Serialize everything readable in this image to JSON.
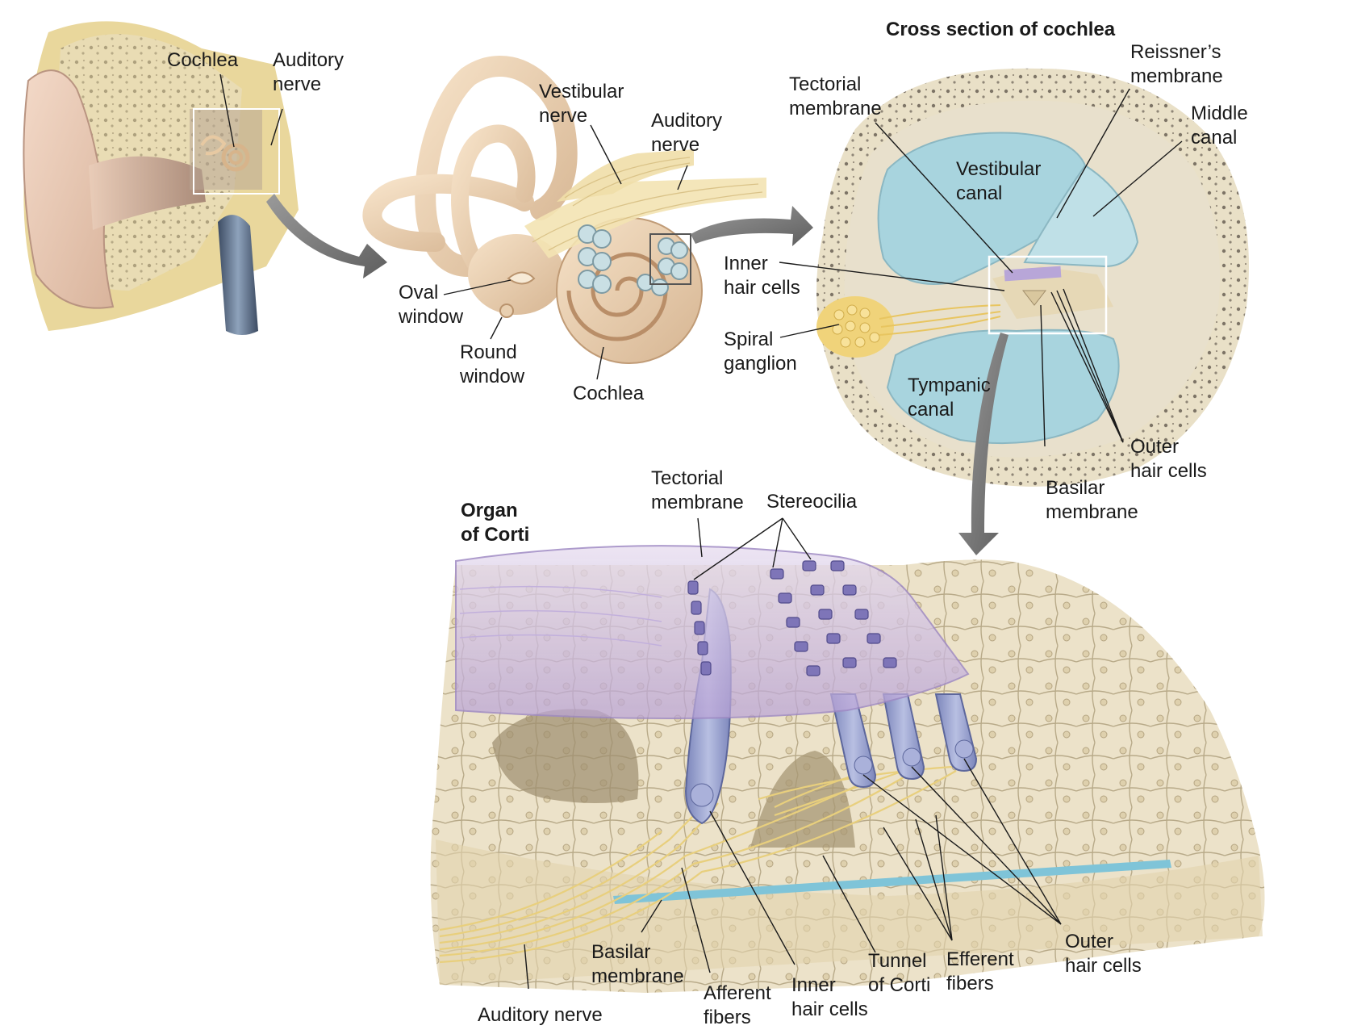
{
  "colors": {
    "bone": "#e6d9a2",
    "tissue": "#ece2c9",
    "cartilage": "#f0e4c4",
    "fluid": "#a8d4de",
    "membrane": "#c7b4dc",
    "hair_cell": "#9ea6cf",
    "nerve": "#f1d98a",
    "arrow": "#7b7b7b",
    "line": "#1a1a1a"
  },
  "labels": {
    "outer_cochlea": "Cochlea",
    "outer_auditory_nerve": [
      "Auditory",
      "nerve"
    ],
    "vestibular_nerve": [
      "Vestibular",
      "nerve"
    ],
    "inner_auditory_nerve": [
      "Auditory",
      "nerve"
    ],
    "oval_window": [
      "Oval",
      "window"
    ],
    "round_window": [
      "Round",
      "window"
    ],
    "inner_cochlea": "Cochlea",
    "cross_section_title": "Cross section of cochlea",
    "cs_tectorial": [
      "Tectorial",
      "membrane"
    ],
    "cs_reissners": [
      "Reissner’s",
      "membrane"
    ],
    "cs_middle_canal": [
      "Middle",
      "canal"
    ],
    "cs_vestibular_canal": [
      "Vestibular",
      "canal"
    ],
    "cs_inner_hair": [
      "Inner",
      "hair cells"
    ],
    "cs_spiral_ganglion": [
      "Spiral",
      "ganglion"
    ],
    "cs_tympanic": [
      "Tympanic",
      "canal"
    ],
    "cs_outer_hair": [
      "Outer",
      "hair cells"
    ],
    "cs_basilar": [
      "Basilar",
      "membrane"
    ],
    "corti_title": [
      "Organ",
      "of Corti"
    ],
    "oc_tectorial": [
      "Tectorial",
      "membrane"
    ],
    "oc_stereocilia": "Stereocilia",
    "oc_basilar": [
      "Basilar",
      "membrane"
    ],
    "oc_afferent": [
      "Afferent",
      "fibers"
    ],
    "oc_inner_hair": [
      "Inner",
      "hair cells"
    ],
    "oc_tunnel": [
      "Tunnel",
      "of Corti"
    ],
    "oc_efferent": [
      "Efferent",
      "fibers"
    ],
    "oc_outer_hair": [
      "Outer",
      "hair cells"
    ],
    "oc_auditory_nerve": "Auditory nerve"
  }
}
